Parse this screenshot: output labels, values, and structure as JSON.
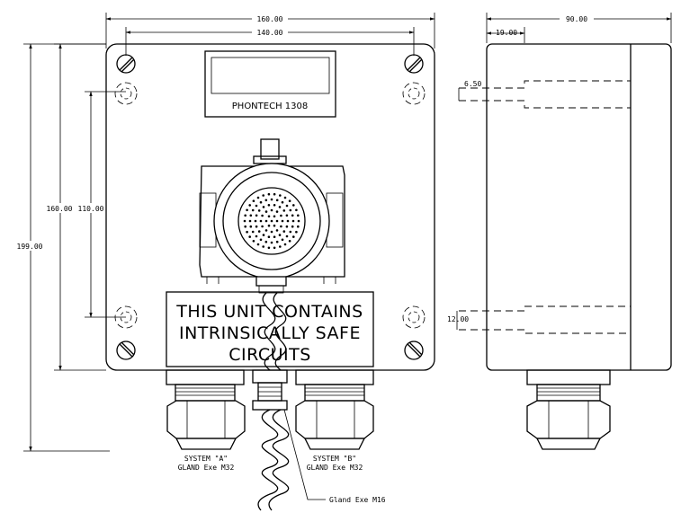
{
  "dimensions": {
    "front_width_outer": "160.00",
    "front_width_screws": "140.00",
    "overall_height": "199.00",
    "box_height": "160.00",
    "screw_spacing_vertical": "110.00",
    "side_depth": "90.00",
    "side_offset": "19.00",
    "knockout_small": "6.50",
    "knockout_large": "12.00"
  },
  "nameplate": {
    "text": "PHONTECH 1308"
  },
  "warning_label": {
    "line1": "THIS UNIT CONTAINS",
    "line2": "INTRINSICALLY SAFE",
    "line3": "CIRCUITS"
  },
  "glands": {
    "a_line1": "SYSTEM \"A\"",
    "a_line2": "GLAND Exe M32",
    "b_line1": "SYSTEM \"B\"",
    "b_line2": "GLAND Exe M32",
    "center": "Gland Exe M16"
  }
}
